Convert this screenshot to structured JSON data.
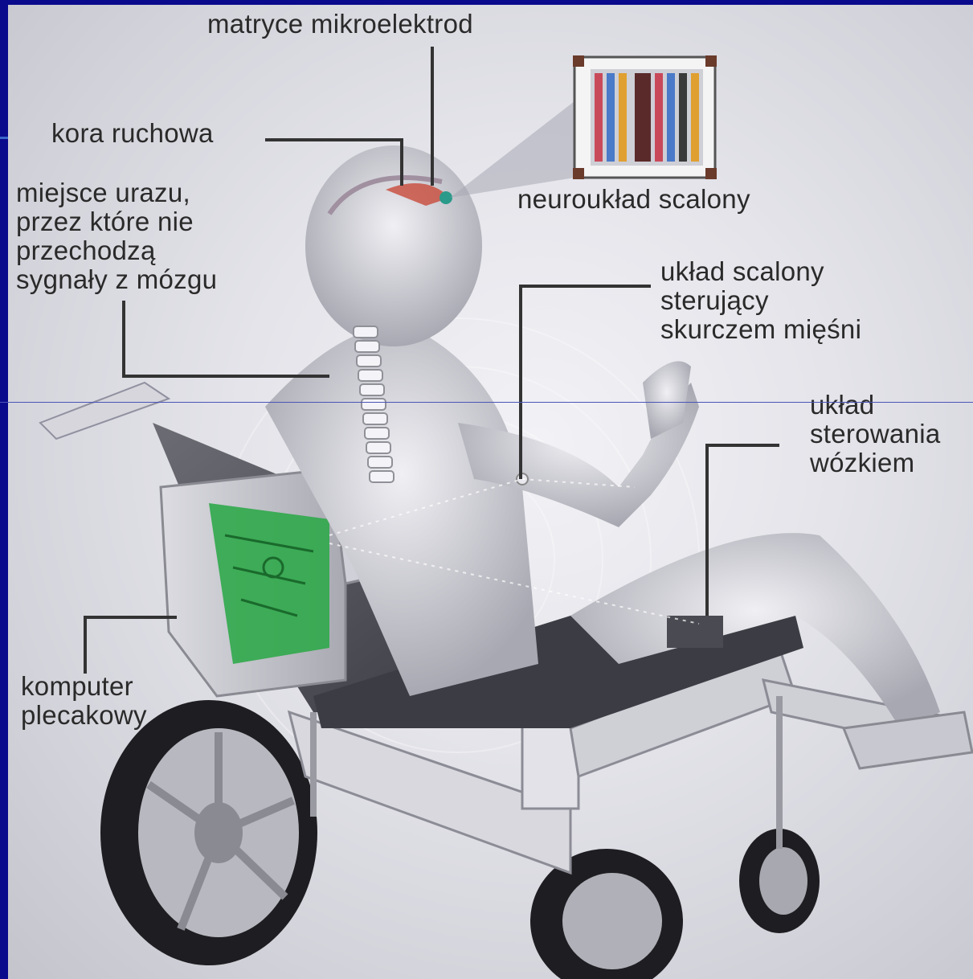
{
  "labels": {
    "microelectrode_arrays": "matryce mikroelektrod",
    "motor_cortex": "kora ruchowa",
    "injury_site": [
      "miejsce urazu,",
      "przez które nie",
      "przechodzą",
      "sygnały z mózgu"
    ],
    "neural_chip": "neuroukład scalony",
    "muscle_control_chip": [
      "układ scalony",
      "sterujący",
      "skurczem mięśni"
    ],
    "wheelchair_control": [
      "układ",
      "sterowania",
      "wózkiem"
    ],
    "backpack_computer": [
      "komputer",
      "plecakowy"
    ]
  },
  "colors": {
    "background": "#0a0a8c",
    "panel": "#e6e6ec",
    "leader_lines": "#333333",
    "circuit_green": "#2fa84a",
    "tire": "#222222"
  }
}
